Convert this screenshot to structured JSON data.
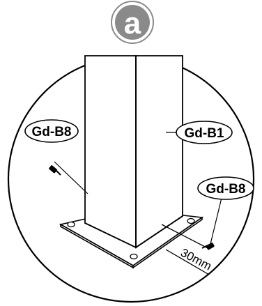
{
  "badge": {
    "letter": "a",
    "color": "#8a8a8a"
  },
  "labels": {
    "left_screw": "Gd-B8",
    "post": "Gd-B1",
    "right_screw": "Gd-B8"
  },
  "dimension": {
    "text": "30mm"
  },
  "colors": {
    "line": "#000000",
    "background": "#ffffff"
  }
}
